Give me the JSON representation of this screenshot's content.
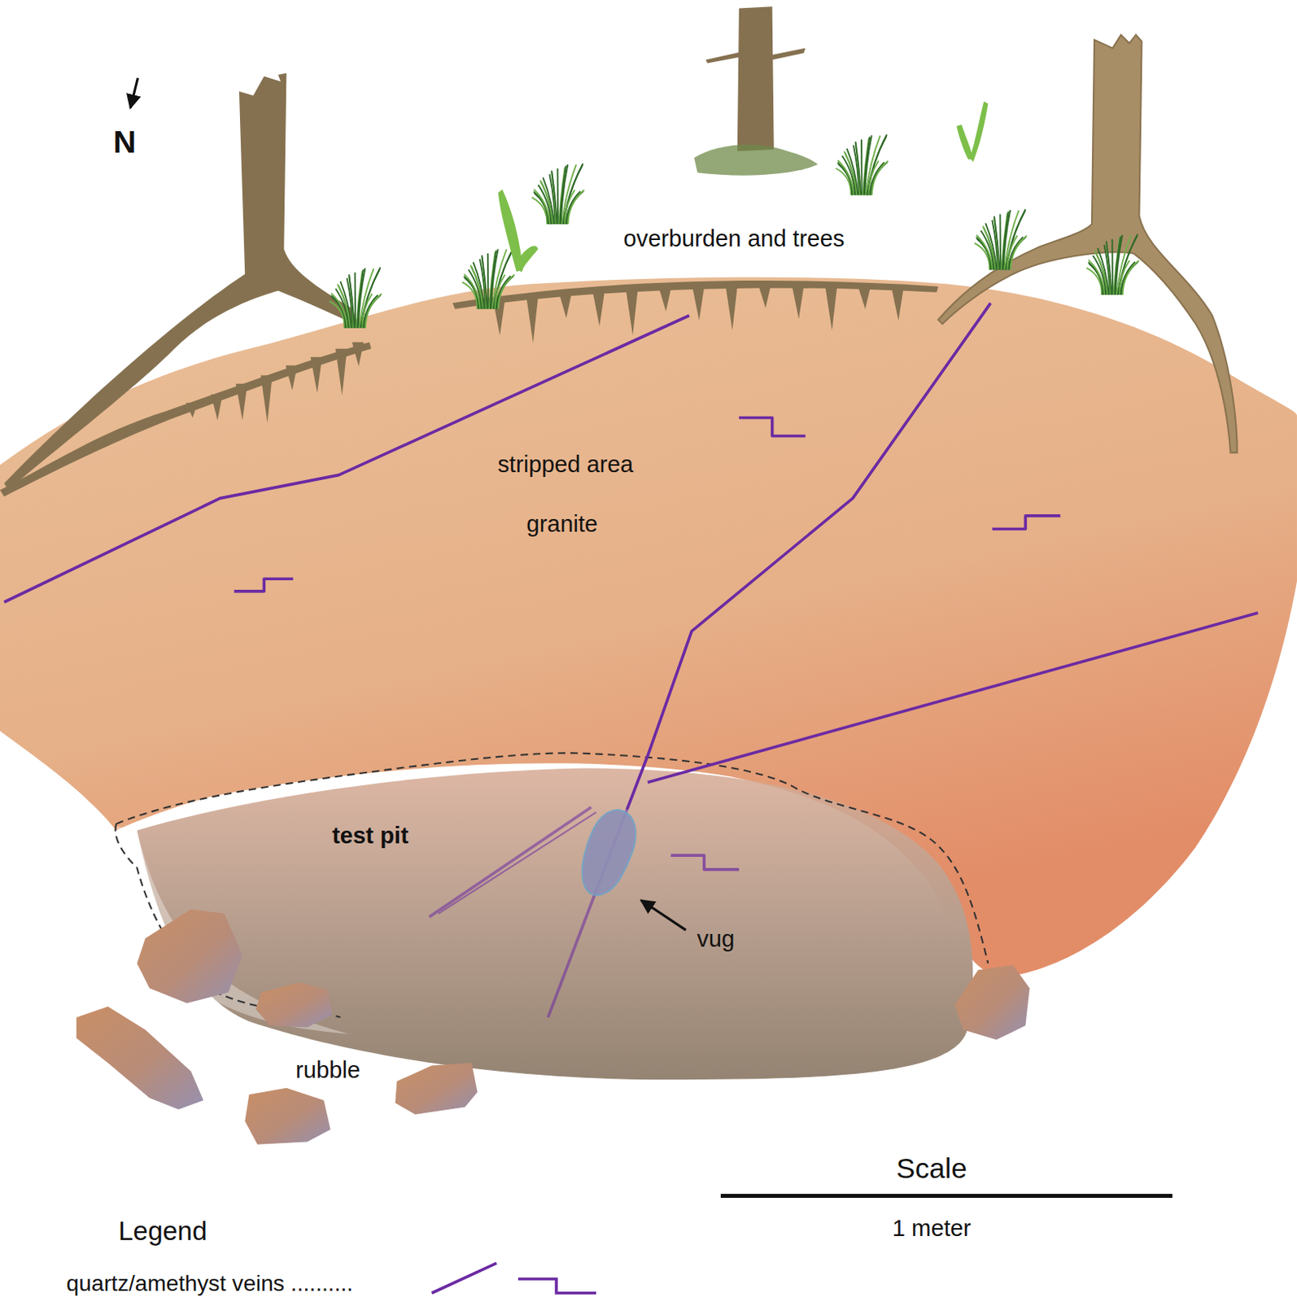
{
  "diagram": {
    "labels": [
      "N",
      "overburden and trees",
      "stripped area",
      "granite",
      "test pit",
      "vug",
      "rubble",
      "Scale",
      "1 meter",
      "Legend"
    ],
    "legend": [
      {
        "text": "quartz/amethyst veins .........."
      }
    ]
  }
}
